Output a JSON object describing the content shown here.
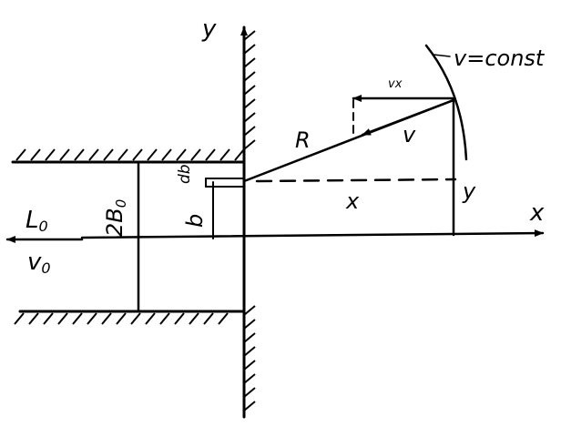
{
  "labels": {
    "y_axis": "y",
    "x_axis": "x",
    "v_const": "v=const",
    "vx": "vx",
    "R": "R",
    "v": "v",
    "x_segment": "x",
    "y_segment": "y",
    "db": "db",
    "b": "b",
    "two_b0": "2B",
    "two_b0_sub": "0",
    "L0": "L",
    "L0_sub": "0",
    "v0": "v",
    "v0_sub": "0"
  },
  "colors": {
    "ink": "#000000",
    "background": "#ffffff"
  }
}
